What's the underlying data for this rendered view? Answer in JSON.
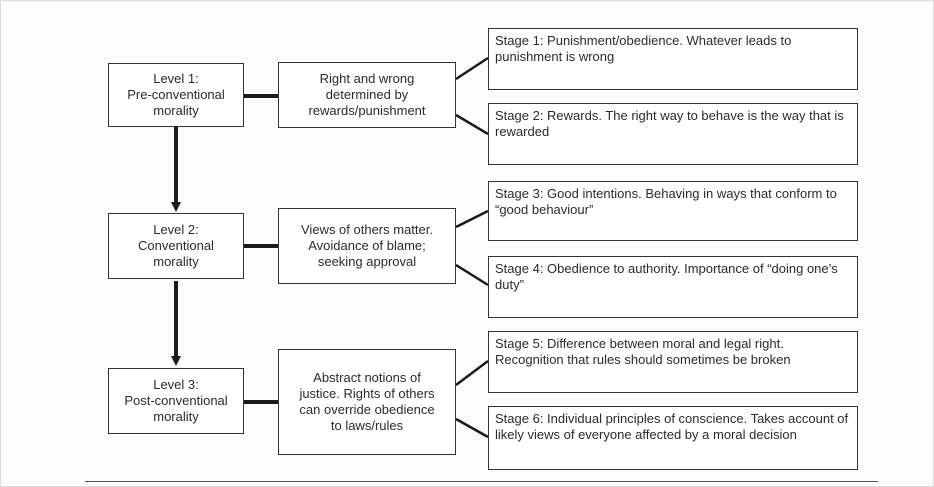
{
  "levels": [
    {
      "title": "Level 1:",
      "name": "Pre-conventional",
      "suffix": "morality"
    },
    {
      "title": "Level 2:",
      "name": "Conventional",
      "suffix": "morality"
    },
    {
      "title": "Level 3:",
      "name": "Post-conventional",
      "suffix": "morality"
    }
  ],
  "descriptions": [
    "Right and wrong determined by rewards/punishment",
    "Views of others matter. Avoidance of blame; seeking approval",
    "Abstract notions of justice. Rights of others can override obedience to laws/rules"
  ],
  "stages": [
    "Stage 1: Punishment/obedience. Whatever leads to punishment is wrong",
    "Stage 2: Rewards. The right way to behave is the way that is rewarded",
    "Stage 3: Good intentions. Behaving in ways that conform to “good behaviour”",
    "Stage 4: Obedience to authority. Importance of “doing one’s duty”",
    "Stage 5: Difference between moral and legal right. Recognition that rules should sometimes be broken",
    "Stage 6: Individual principles of conscience. Takes account of likely views of everyone affected by a moral decision"
  ]
}
